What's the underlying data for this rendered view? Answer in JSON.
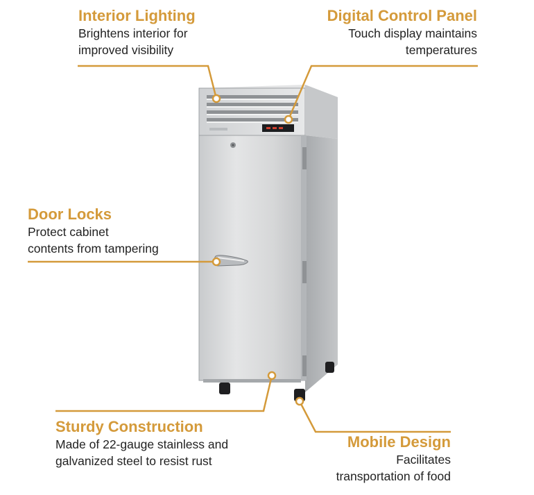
{
  "callouts": {
    "interior_lighting": {
      "title": "Interior Lighting",
      "desc_lines": [
        "Brightens interior for",
        "improved visibility"
      ]
    },
    "digital_control_panel": {
      "title": "Digital Control Panel",
      "desc_lines": [
        "Touch display maintains",
        "temperatures"
      ]
    },
    "door_locks": {
      "title": "Door Locks",
      "desc_lines": [
        "Protect cabinet",
        "contents from tampering"
      ]
    },
    "sturdy_construction": {
      "title": "Sturdy Construction",
      "desc_lines": [
        "Made of 22-gauge stainless and",
        "galvanized steel to resist rust"
      ]
    },
    "mobile_design": {
      "title": "Mobile Design",
      "desc_lines": [
        "Facilitates",
        "transportation of food"
      ]
    }
  },
  "colors": {
    "accent": "#d49a3a",
    "text": "#222222",
    "steel_light": "#d9dadb",
    "steel_dark": "#a9acaf"
  },
  "icons": [
    "callout-dot-icon",
    "door-handle-icon",
    "lock-icon",
    "caster-wheel-icon"
  ]
}
